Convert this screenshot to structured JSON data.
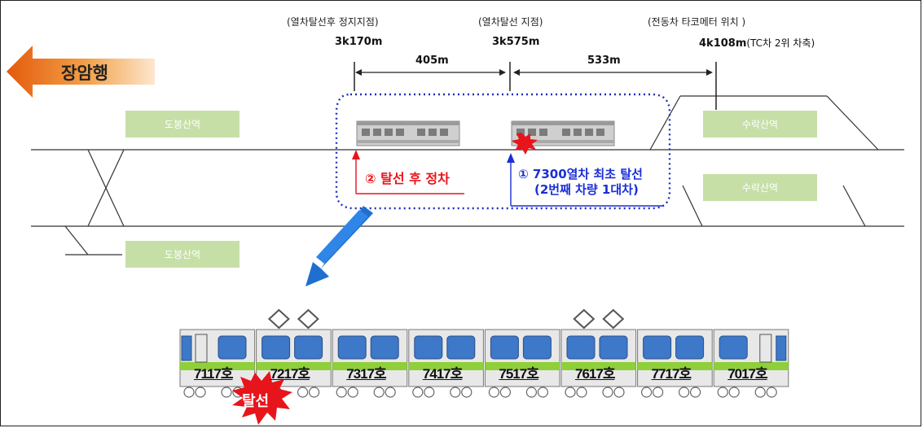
{
  "direction": {
    "label": "장암행",
    "arrow_color": "#f0831f"
  },
  "points": [
    {
      "caption": "(열차탈선후 정지지점)",
      "value": "3k170m"
    },
    {
      "caption": "(열차탈선 지점)",
      "value": "3k575m"
    },
    {
      "caption": "(전동차 타코메터 위치 )",
      "value": "4k108m",
      "suffix": "(TC차 2위 차축)"
    }
  ],
  "distances": [
    "405m",
    "533m"
  ],
  "stations": [
    "도봉산역",
    "수락산역",
    "수락산역",
    "도봉산역"
  ],
  "events": {
    "stop": "② 탈선 후 정차",
    "derail_line1": "① 7300열차 최초 탈선",
    "derail_line2": "(2번째 차량 1대차)"
  },
  "cars": [
    "7117호",
    "7217호",
    "7317호",
    "7417호",
    "7517호",
    "7617호",
    "7717호",
    "7017호"
  ],
  "burst_label": "탈선",
  "colors": {
    "stop": "#e8141b",
    "derail": "#1b2fd6",
    "zoom_arrow": "#1f6fd1",
    "station": "#c6dfa7",
    "train_stripe": "#8ecf3a"
  }
}
